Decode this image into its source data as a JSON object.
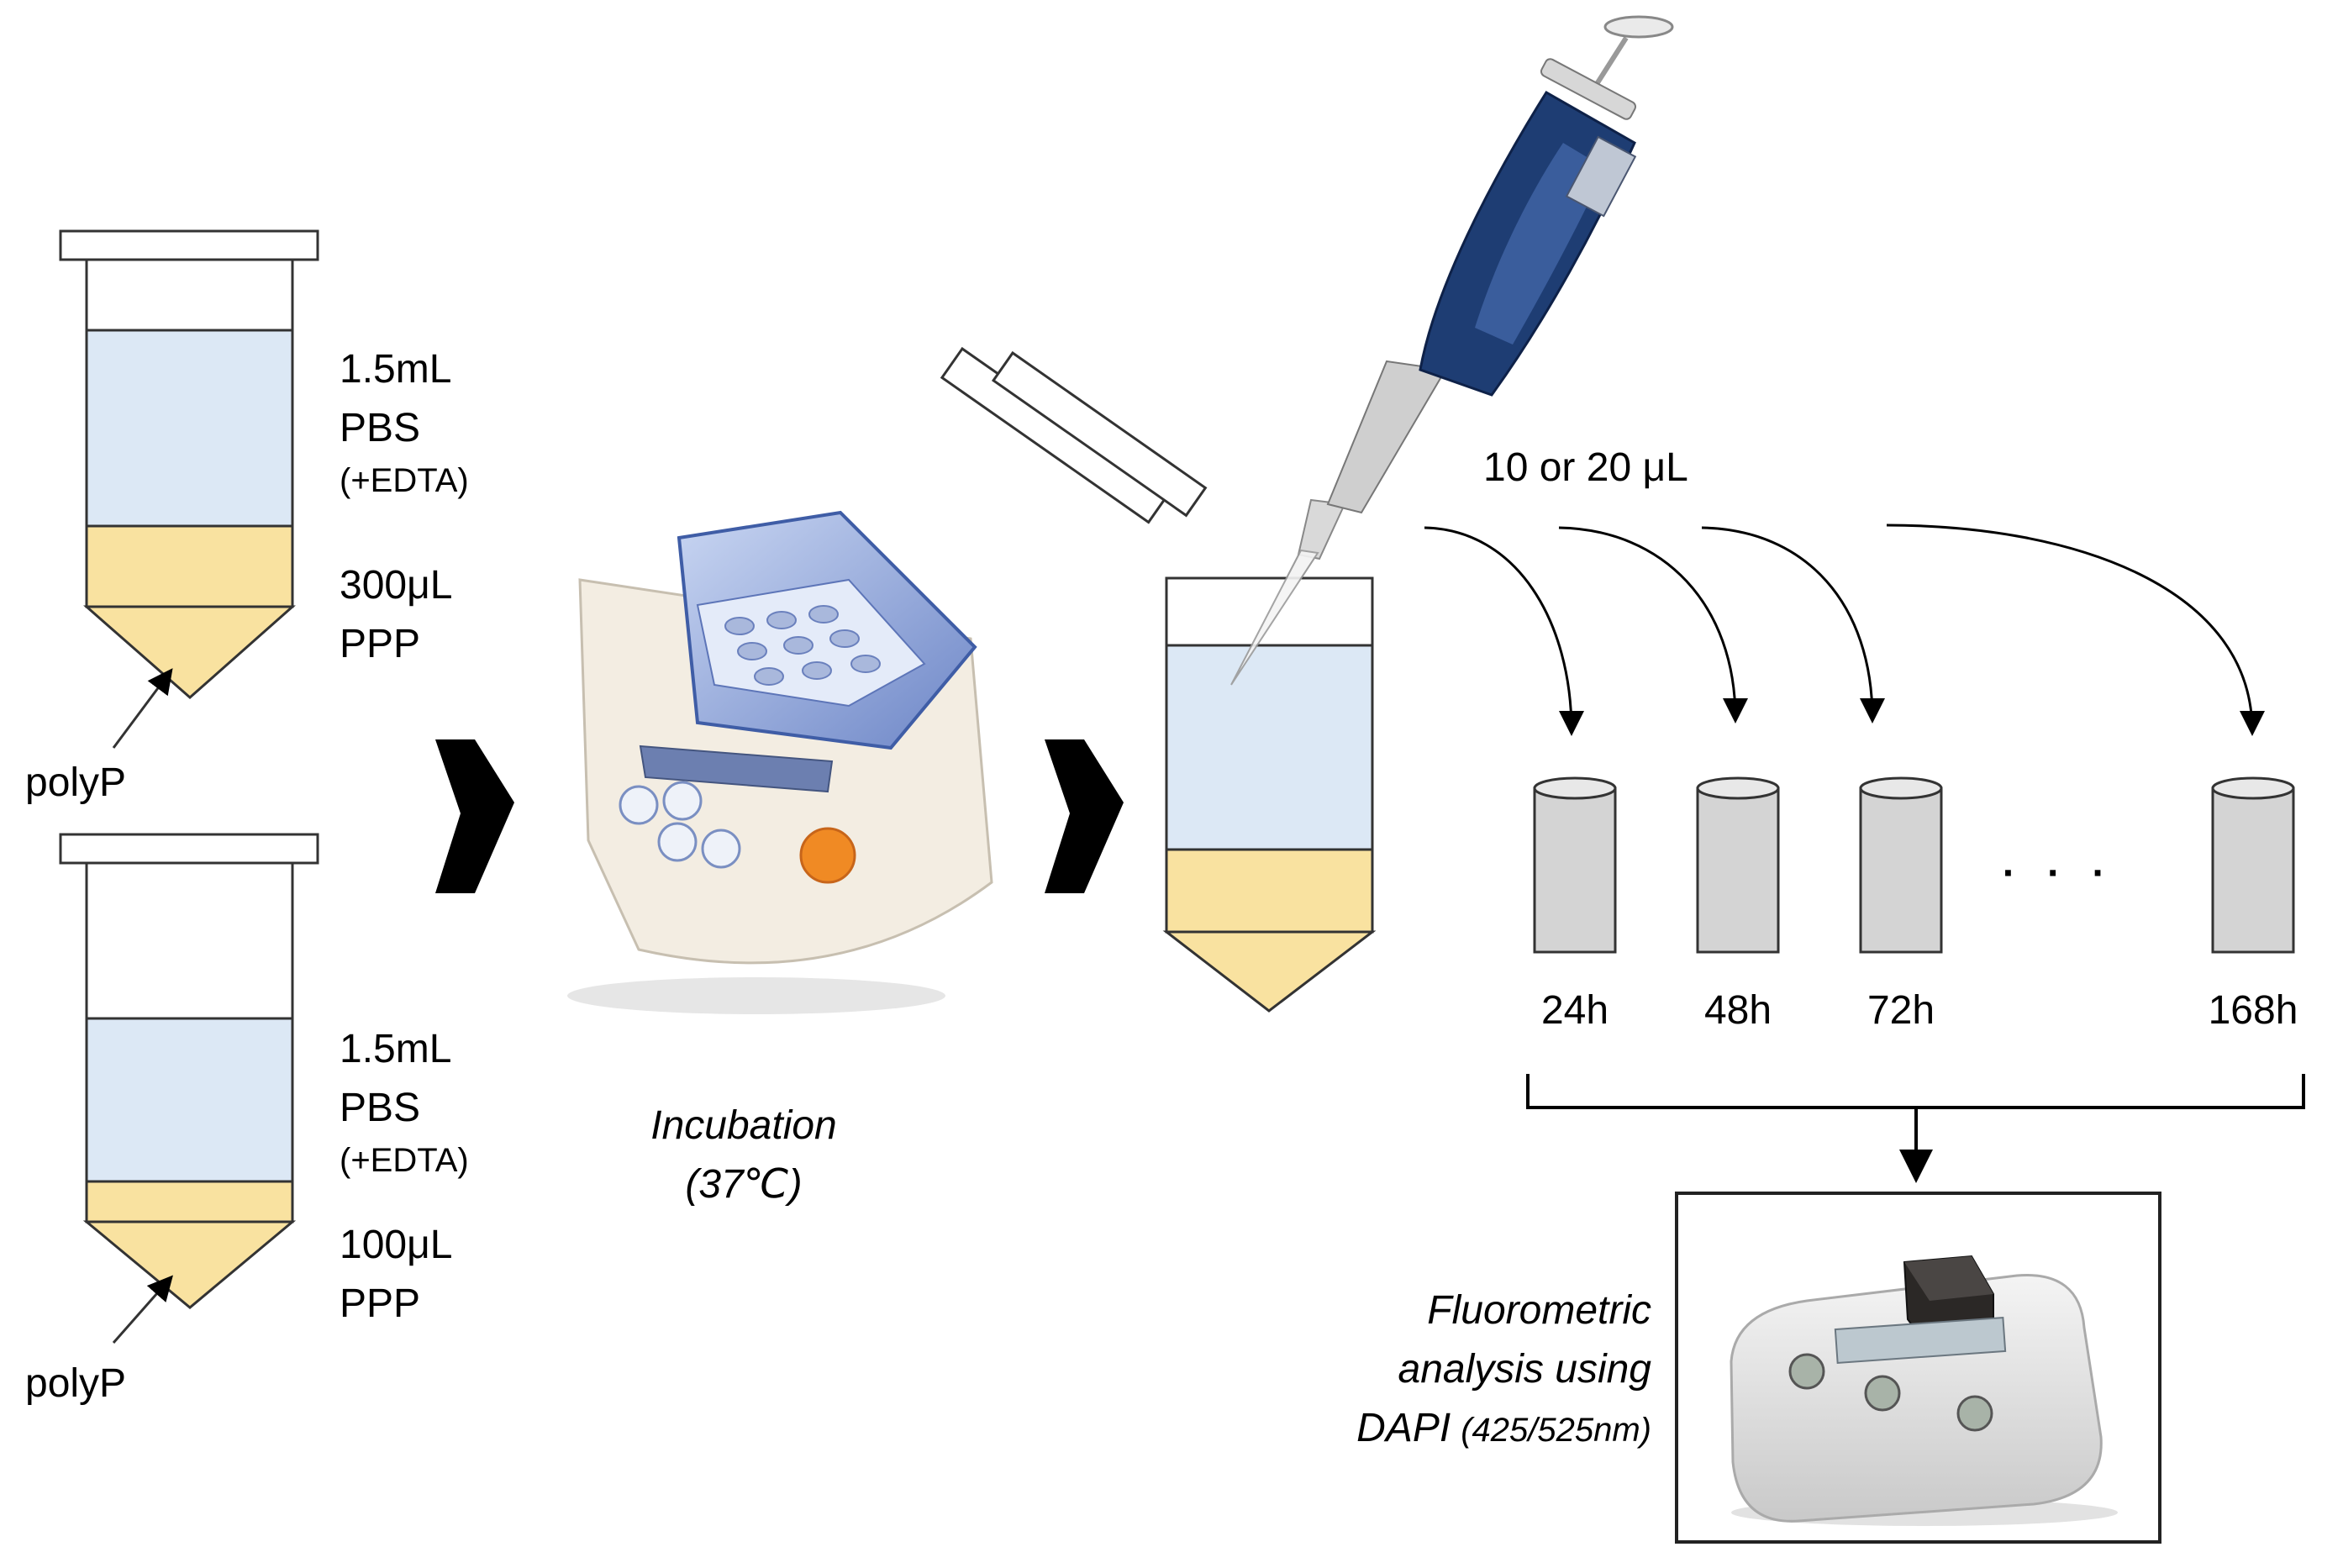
{
  "tubes": [
    {
      "pbs_volume": "1.5mL",
      "pbs_label": "PBS",
      "pbs_note": "(+EDTA)",
      "ppp_volume": "300μL",
      "ppp_label": "PPP",
      "pointer_label": "polyP"
    },
    {
      "pbs_volume": "1.5mL",
      "pbs_label": "PBS",
      "pbs_note": "(+EDTA)",
      "ppp_volume": "100μL",
      "ppp_label": "PPP",
      "pointer_label": "polyP"
    }
  ],
  "incubation": {
    "label": "Incubation",
    "temperature": "(37℃)"
  },
  "sampling": {
    "volume_label": "10 or 20 μL",
    "ellipsis": "· · ·",
    "timepoints": [
      "24h",
      "48h",
      "72h",
      "168h"
    ]
  },
  "analysis": {
    "line1": "Fluorometric",
    "line2": "analysis using",
    "line3_main": "DAPI",
    "line3_note": "(425/525nm)"
  },
  "colors": {
    "pbs": "#dce8f5",
    "ppp": "#f9e2a0",
    "vial": "#d4d4d4",
    "pipette": "#1e3d73"
  }
}
